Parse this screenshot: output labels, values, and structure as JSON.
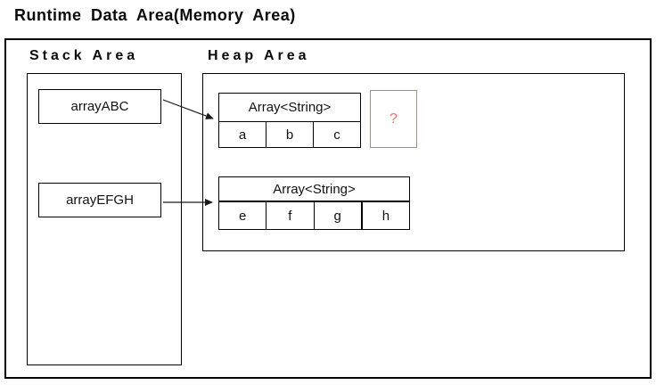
{
  "title": "Runtime Data Area(Memory Area)",
  "stack": {
    "label": "Stack Area",
    "variables": [
      {
        "name": "arrayABC"
      },
      {
        "name": "arrayEFGH"
      }
    ]
  },
  "heap": {
    "label": "Heap Area",
    "arrays": [
      {
        "type_label": "Array<String>",
        "elements": [
          "a",
          "b",
          "c"
        ]
      },
      {
        "type_label": "Array<String>",
        "elements": [
          "e",
          "f",
          "g",
          "h"
        ]
      }
    ],
    "unknown_box": {
      "label": "?"
    }
  },
  "colors": {
    "accent_red": "#e8706e",
    "line": "#000000"
  }
}
